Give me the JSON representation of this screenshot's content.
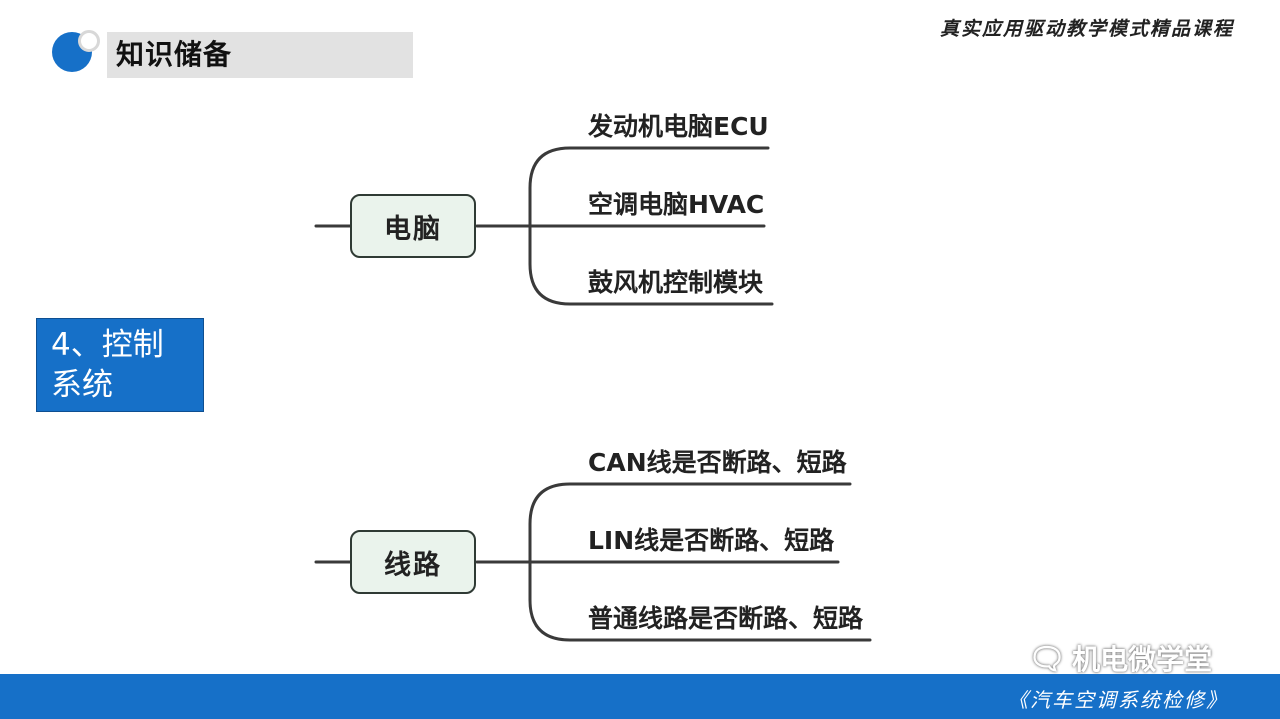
{
  "header": {
    "section_title": "知识储备",
    "slogan": "真实应用驱动教学模式精品课程"
  },
  "topic": {
    "line1": "4、控制",
    "line2": "系统"
  },
  "groups": [
    {
      "node": "电脑",
      "leaves": [
        "发动机电脑ECU",
        "空调电脑HVAC",
        "鼓风机控制模块"
      ]
    },
    {
      "node": "线路",
      "leaves": [
        "CAN线是否断路、短路",
        "LIN线是否断路、短路",
        "普通线路是否断路、短路"
      ]
    }
  ],
  "watermark": {
    "icon": "wechat-icon",
    "text": "机电微学堂"
  },
  "footer": {
    "course_title": "《汽车空调系统检修》"
  },
  "colors": {
    "accent_blue": "#1670c8",
    "node_fill": "#eaf3ec",
    "title_bar": "#e2e2e2"
  }
}
